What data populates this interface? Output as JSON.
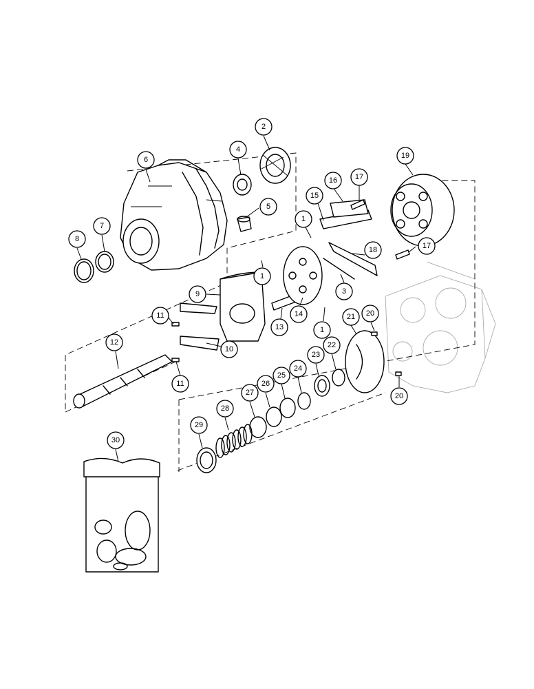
{
  "callouts": [
    {
      "id": "c1a",
      "label": "1"
    },
    {
      "id": "c1b",
      "label": "1"
    },
    {
      "id": "c1c",
      "label": "1"
    },
    {
      "id": "c2",
      "label": "2"
    },
    {
      "id": "c3",
      "label": "3"
    },
    {
      "id": "c4",
      "label": "4"
    },
    {
      "id": "c5",
      "label": "5"
    },
    {
      "id": "c6",
      "label": "6"
    },
    {
      "id": "c7",
      "label": "7"
    },
    {
      "id": "c8",
      "label": "8"
    },
    {
      "id": "c9",
      "label": "9"
    },
    {
      "id": "c10",
      "label": "10"
    },
    {
      "id": "c11a",
      "label": "11"
    },
    {
      "id": "c11b",
      "label": "11"
    },
    {
      "id": "c12",
      "label": "12"
    },
    {
      "id": "c13",
      "label": "13"
    },
    {
      "id": "c14",
      "label": "14"
    },
    {
      "id": "c15",
      "label": "15"
    },
    {
      "id": "c16",
      "label": "16"
    },
    {
      "id": "c17a",
      "label": "17"
    },
    {
      "id": "c17b",
      "label": "17"
    },
    {
      "id": "c18",
      "label": "18"
    },
    {
      "id": "c19",
      "label": "19"
    },
    {
      "id": "c20a",
      "label": "20"
    },
    {
      "id": "c20b",
      "label": "20"
    },
    {
      "id": "c21",
      "label": "21"
    },
    {
      "id": "c22",
      "label": "22"
    },
    {
      "id": "c23",
      "label": "23"
    },
    {
      "id": "c24",
      "label": "24"
    },
    {
      "id": "c25",
      "label": "25"
    },
    {
      "id": "c26",
      "label": "26"
    },
    {
      "id": "c27",
      "label": "27"
    },
    {
      "id": "c28",
      "label": "28"
    },
    {
      "id": "c29",
      "label": "29"
    },
    {
      "id": "c30",
      "label": "30"
    }
  ]
}
